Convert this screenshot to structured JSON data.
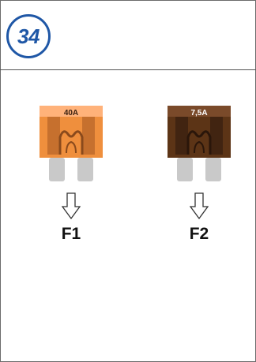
{
  "step": {
    "number": "34"
  },
  "colors": {
    "badge": "#1f57a6",
    "fuse_f1_body": "#ef8f3d",
    "fuse_f1_dark": "#b8652a",
    "fuse_f1_label": "#ffb27a",
    "fuse_f2_body": "#5c3416",
    "fuse_f2_dark": "#3b2010",
    "fuse_f2_label": "#7a4a2a",
    "fuse_blade": "#c9c9c9"
  },
  "fuses": [
    {
      "name": "F1",
      "rating": "40A",
      "icon": "blade-fuse-icon",
      "arrow": "down-arrow-icon"
    },
    {
      "name": "F2",
      "rating": "7,5A",
      "icon": "blade-fuse-icon",
      "arrow": "down-arrow-icon"
    }
  ]
}
